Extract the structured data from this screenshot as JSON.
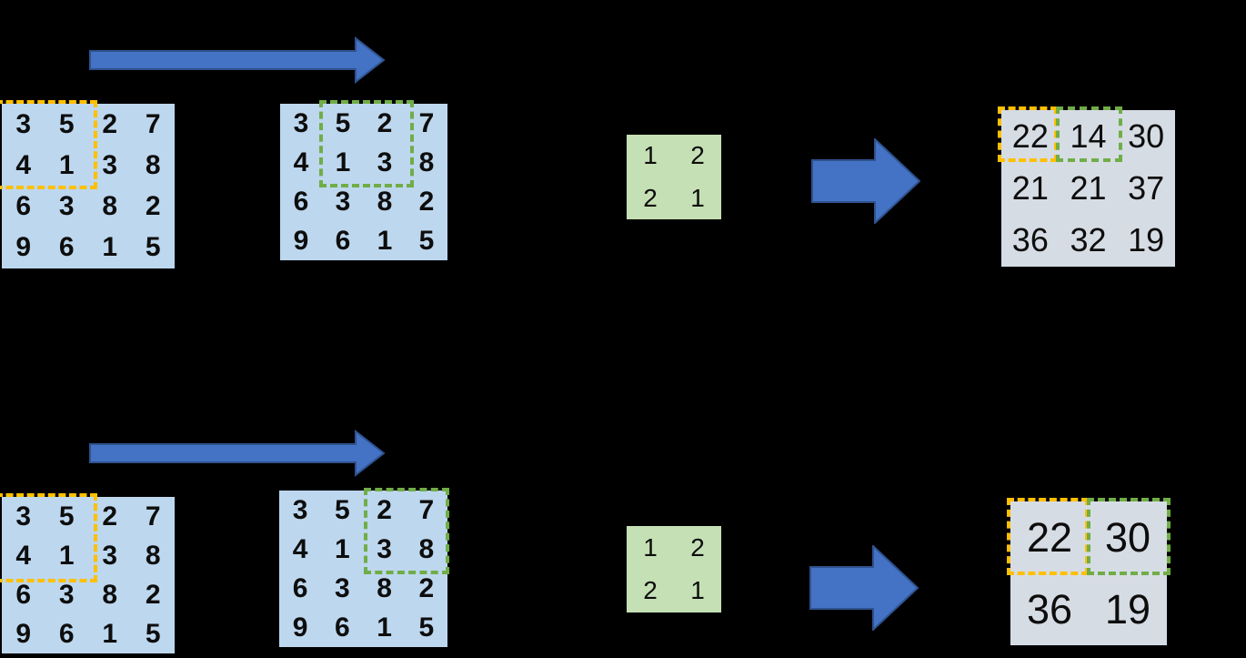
{
  "diagram": {
    "title_note": "",
    "background_color": "#000000",
    "colors": {
      "input_fill": "#BDD7EE",
      "kernel_fill": "#C5E0B4",
      "output_fill": "#D6DCE4",
      "previous_window_dash": "#FFC000",
      "current_window_dash": "#70AD47",
      "arrow_fill": "#4472C4",
      "arrow_border": "#2F528F",
      "digit_color": "#0D0D0D"
    },
    "stride1": {
      "input_before": [
        [
          3,
          5,
          2,
          7
        ],
        [
          4,
          1,
          3,
          8
        ],
        [
          6,
          3,
          8,
          2
        ],
        [
          9,
          6,
          1,
          5
        ]
      ],
      "input_after": [
        [
          3,
          5,
          2,
          7
        ],
        [
          4,
          1,
          3,
          8
        ],
        [
          6,
          3,
          8,
          2
        ],
        [
          9,
          6,
          1,
          5
        ]
      ],
      "kernel": [
        [
          1,
          2
        ],
        [
          2,
          1
        ]
      ],
      "output": [
        [
          22,
          14,
          30
        ],
        [
          21,
          21,
          37
        ],
        [
          36,
          32,
          19
        ]
      ],
      "previous_window": "rows 1-2, cols 1-2",
      "current_window": "rows 1-2, cols 2-3"
    },
    "stride2": {
      "input_before": [
        [
          3,
          5,
          2,
          7
        ],
        [
          4,
          1,
          3,
          8
        ],
        [
          6,
          3,
          8,
          2
        ],
        [
          9,
          6,
          1,
          5
        ]
      ],
      "input_after": [
        [
          3,
          5,
          2,
          7
        ],
        [
          4,
          1,
          3,
          8
        ],
        [
          6,
          3,
          8,
          2
        ],
        [
          9,
          6,
          1,
          5
        ]
      ],
      "kernel": [
        [
          1,
          2
        ],
        [
          2,
          1
        ]
      ],
      "output": [
        [
          22,
          30
        ],
        [
          36,
          19
        ]
      ],
      "previous_window": "rows 1-2, cols 1-2",
      "current_window": "rows 1-2, cols 3-4"
    }
  }
}
